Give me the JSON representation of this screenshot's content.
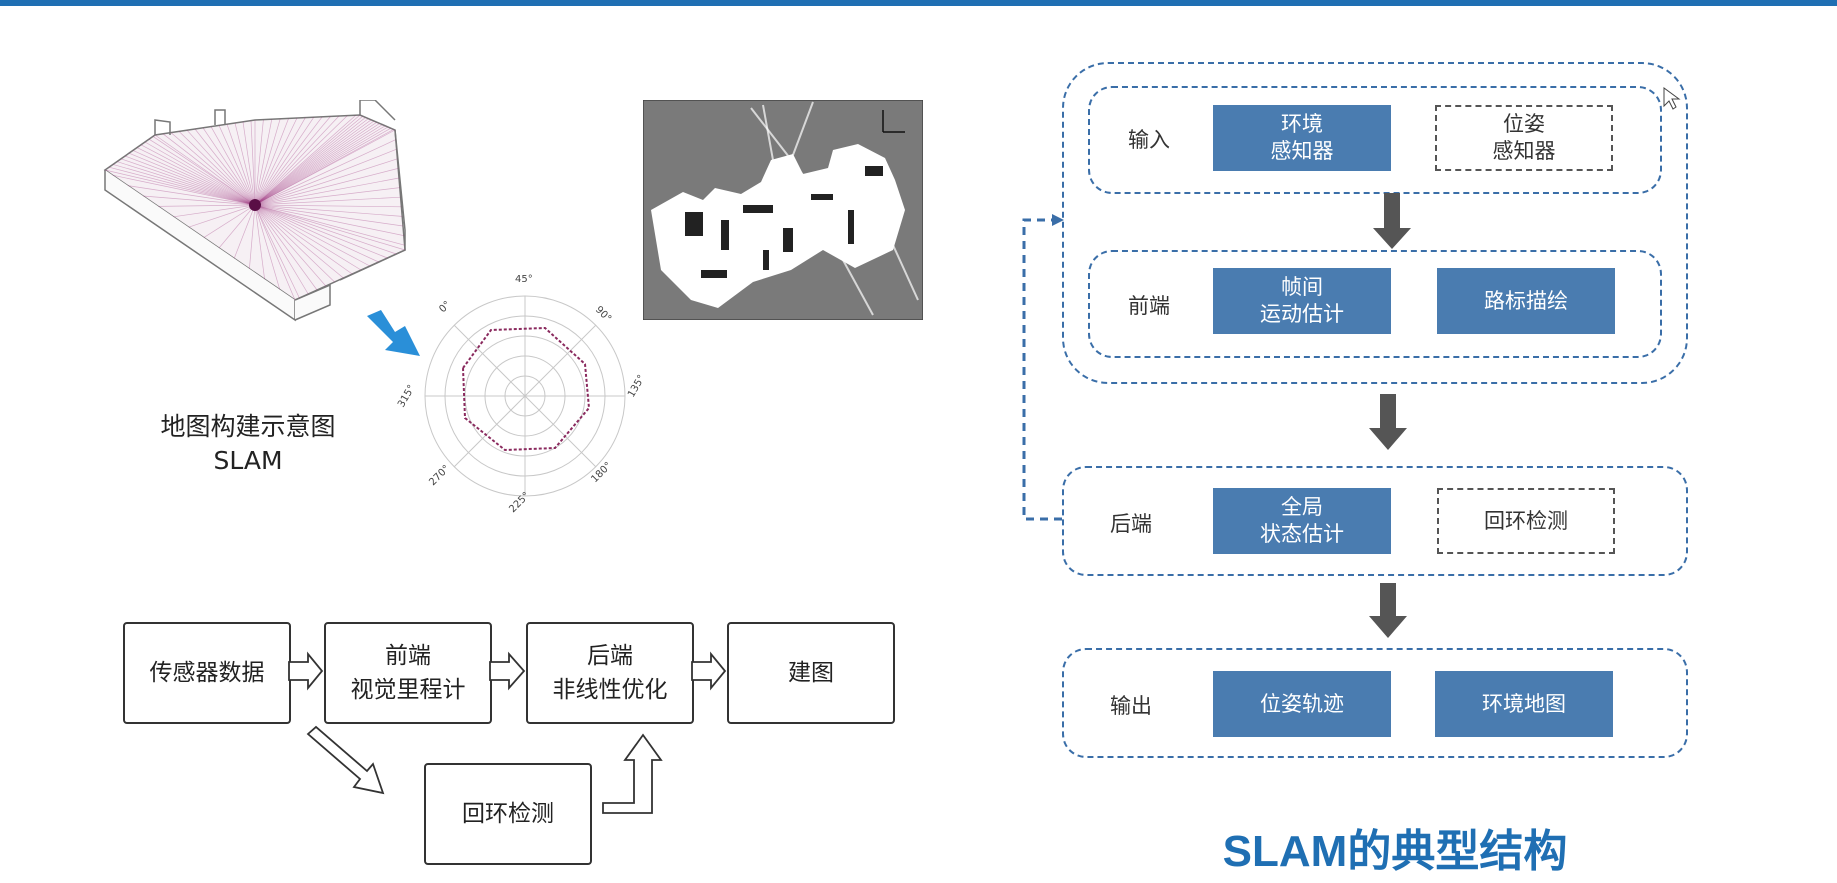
{
  "illustration": {
    "caption_line1": "地图构建示意图",
    "caption_line2": "SLAM",
    "polar_angle_labels": [
      "0°",
      "45°",
      "90°",
      "135°",
      "180°",
      "225°",
      "270°",
      "315°"
    ]
  },
  "pipeline": {
    "sensor": "传感器数据",
    "frontend_line1": "前端",
    "frontend_line2": "视觉里程计",
    "backend_line1": "后端",
    "backend_line2": "非线性优化",
    "mapping": "建图",
    "loop": "回环检测"
  },
  "structure": {
    "input_label": "输入",
    "env_sensor_line1": "环境",
    "env_sensor_line2": "感知器",
    "pose_sensor_line1": "位姿",
    "pose_sensor_line2": "感知器",
    "frontend_label": "前端",
    "frame_motion_line1": "帧间",
    "frame_motion_line2": "运动估计",
    "landmark": "路标描绘",
    "backend_label": "后端",
    "global_state_line1": "全局",
    "global_state_line2": "状态估计",
    "loop_detect": "回环检测",
    "output_label": "输出",
    "pose_trajectory": "位姿轨迹",
    "env_map": "环境地图"
  },
  "title": "SLAM的典型结构",
  "colors": {
    "accent": "#1f6fb3",
    "box_blue": "#4a7cb0",
    "panel_border": "#3a6ea8",
    "arrow_gray": "#555555"
  }
}
